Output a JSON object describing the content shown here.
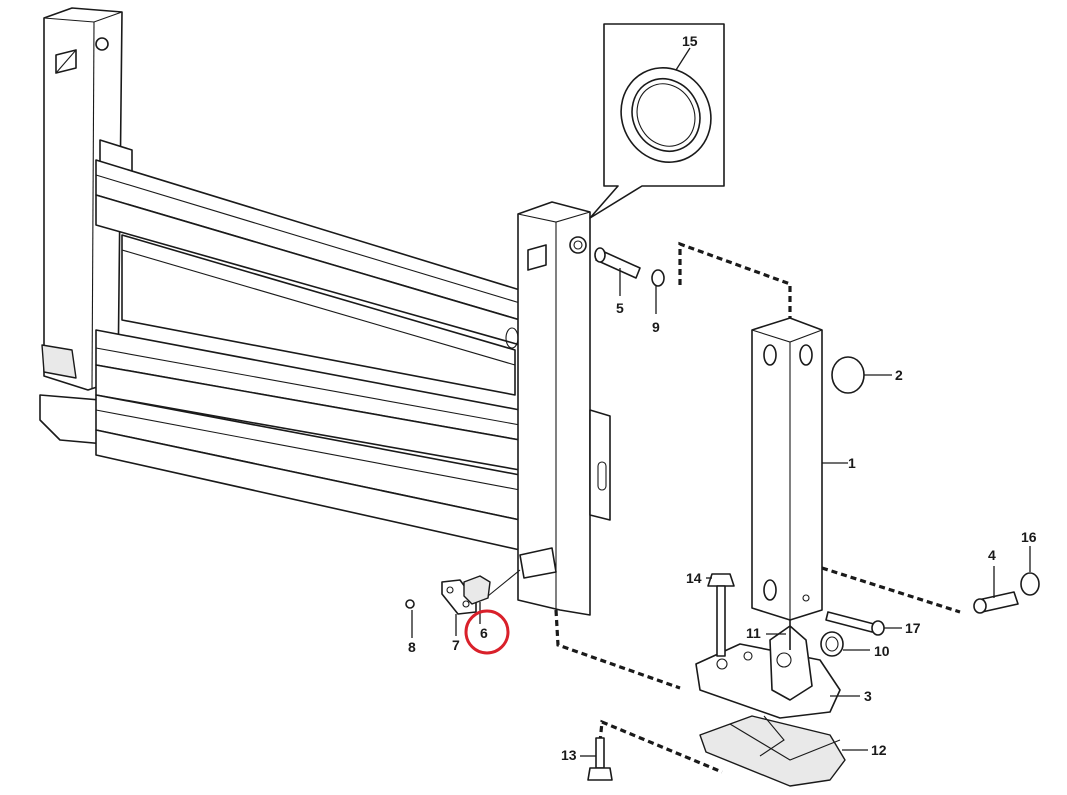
{
  "labels": {
    "l1": "1",
    "l2": "2",
    "l3": "3",
    "l4": "4",
    "l5": "5",
    "l6": "6",
    "l7": "7",
    "l8": "8",
    "l9": "9",
    "l10": "10",
    "l11": "11",
    "l12": "12",
    "l13": "13",
    "l14": "14",
    "l15": "15",
    "l16": "16",
    "l17": "17"
  },
  "colors": {
    "line": "#1a1a1a",
    "highlight": "#d9202a",
    "shade": "#e9e9e9"
  },
  "highlighted_part": "6"
}
